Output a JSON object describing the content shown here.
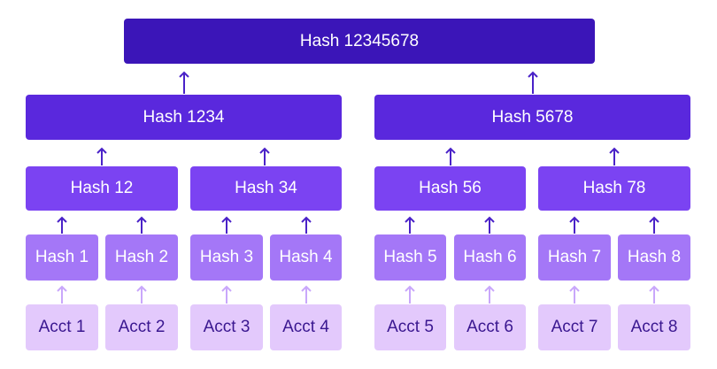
{
  "tree": {
    "root": "Hash 12345678",
    "mid": [
      "Hash 1234",
      "Hash 5678"
    ],
    "pairs": [
      "Hash 12",
      "Hash 34",
      "Hash 56",
      "Hash 78"
    ],
    "leaves": [
      "Hash 1",
      "Hash 2",
      "Hash 3",
      "Hash 4",
      "Hash 5",
      "Hash 6",
      "Hash 7",
      "Hash 8"
    ],
    "accounts": [
      "Acct 1",
      "Acct 2",
      "Acct 3",
      "Acct 4",
      "Acct 5",
      "Acct 6",
      "Acct 7",
      "Acct 8"
    ]
  },
  "colors": {
    "root": "#3b15b8",
    "mid": "#5a28dd",
    "pair": "#7b43f2",
    "leaf": "#a477f7",
    "account": "#e3c9fc",
    "account_text": "#3a1790",
    "arrow_dark": "#4a22c8",
    "arrow_light": "#c9a7fb"
  }
}
